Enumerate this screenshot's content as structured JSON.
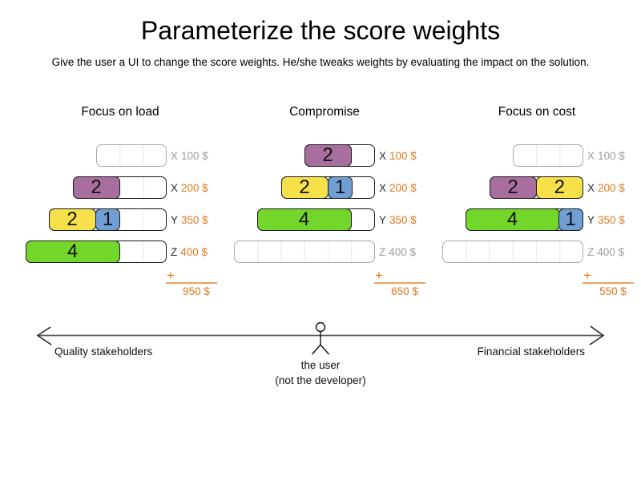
{
  "title": "Parameterize the score weights",
  "subtitle": "Give the user a UI to change the score weights. He/she tweaks weights by evaluating the impact on the solution.",
  "plus_symbol": "+",
  "palette": {
    "purple": "#a86f9e",
    "yellow": "#f6e14b",
    "blue": "#709fd4",
    "green": "#73d62a",
    "orange": "#e0791e",
    "inactive_gray": "#9c9c9c"
  },
  "columns": [
    {
      "title": "Focus on load",
      "total": "950 $",
      "rows": [
        {
          "letter": "X",
          "price": "100 $",
          "slots": 3,
          "active": false,
          "blocks": []
        },
        {
          "letter": "X",
          "price": "200 $",
          "slots": 4,
          "active": true,
          "blocks": [
            {
              "value": "2",
              "color": "purple"
            }
          ]
        },
        {
          "letter": "Y",
          "price": "350 $",
          "slots": 5,
          "active": true,
          "blocks": [
            {
              "value": "2",
              "color": "yellow"
            },
            {
              "value": "1",
              "color": "blue"
            }
          ]
        },
        {
          "letter": "Z",
          "price": "400 $",
          "slots": 6,
          "active": true,
          "blocks": [
            {
              "value": "4",
              "color": "green"
            }
          ]
        }
      ]
    },
    {
      "title": "Compromise",
      "total": "650 $",
      "rows": [
        {
          "letter": "X",
          "price": "100 $",
          "slots": 3,
          "active": true,
          "blocks": [
            {
              "value": "2",
              "color": "purple"
            }
          ]
        },
        {
          "letter": "X",
          "price": "200 $",
          "slots": 4,
          "active": true,
          "blocks": [
            {
              "value": "2",
              "color": "yellow"
            },
            {
              "value": "1",
              "color": "blue"
            }
          ]
        },
        {
          "letter": "Y",
          "price": "350 $",
          "slots": 5,
          "active": true,
          "blocks": [
            {
              "value": "4",
              "color": "green"
            }
          ]
        },
        {
          "letter": "Z",
          "price": "400 $",
          "slots": 6,
          "active": false,
          "blocks": []
        }
      ]
    },
    {
      "title": "Focus on cost",
      "total": "550 $",
      "rows": [
        {
          "letter": "X",
          "price": "100 $",
          "slots": 3,
          "active": false,
          "blocks": []
        },
        {
          "letter": "X",
          "price": "200 $",
          "slots": 4,
          "active": true,
          "blocks": [
            {
              "value": "2",
              "color": "purple"
            },
            {
              "value": "2",
              "color": "yellow"
            }
          ]
        },
        {
          "letter": "Y",
          "price": "350 $",
          "slots": 5,
          "active": true,
          "blocks": [
            {
              "value": "4",
              "color": "green"
            },
            {
              "value": "1",
              "color": "blue"
            }
          ]
        },
        {
          "letter": "Z",
          "price": "400 $",
          "slots": 6,
          "active": false,
          "blocks": []
        }
      ]
    }
  ],
  "axis": {
    "left_label": "Quality stakeholders",
    "right_label": "Financial stakeholders",
    "center_label_line1": "the user",
    "center_label_line2": "(not the developer)"
  }
}
